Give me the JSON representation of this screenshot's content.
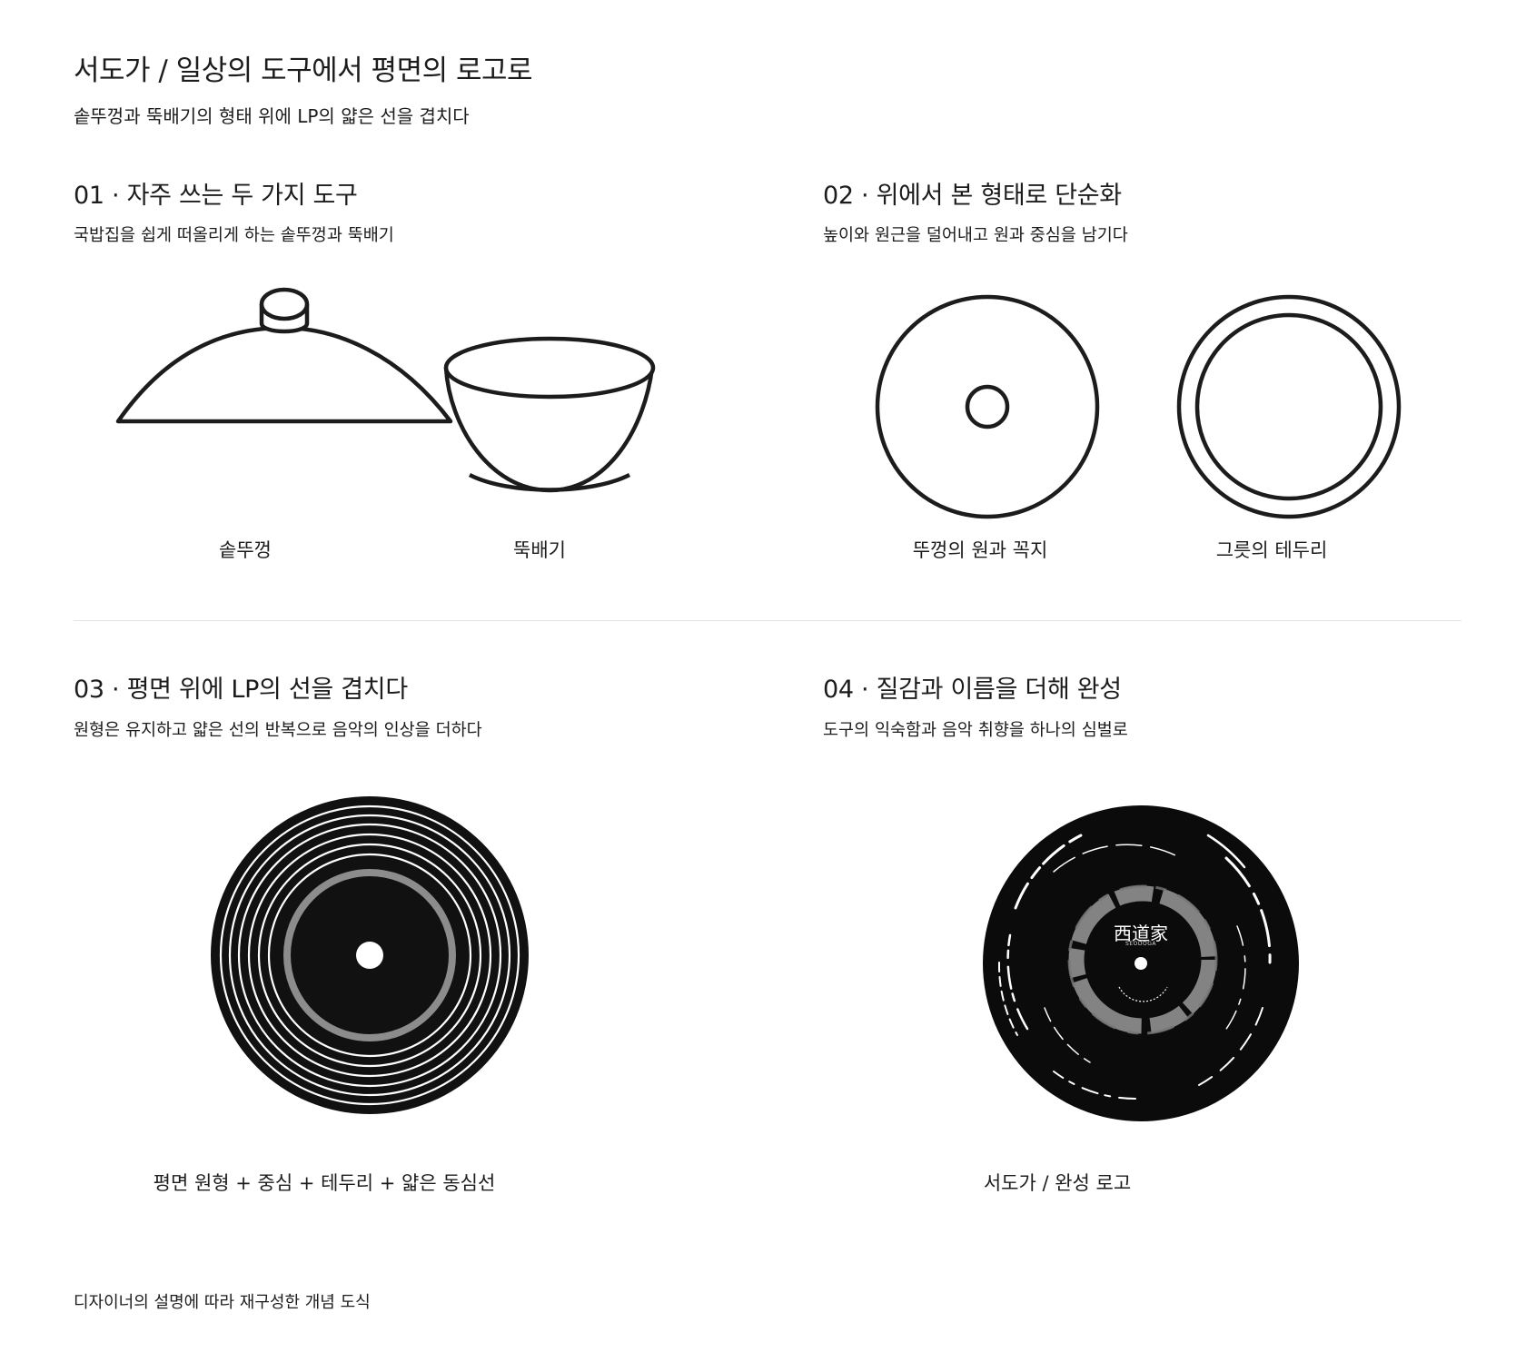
{
  "page": {
    "title": "서도가 / 일상의 도구에서 평면의 로고로",
    "subtitle": "솥뚜껑과 뚝배기의 형태 위에 LP의 얇은 선을 겹치다",
    "footnote": "디자이너의 설명에 따라 재구성한 개념 도식"
  },
  "sections": [
    {
      "title": "01 · 자주 쓰는 두 가지 도구",
      "subtitle": "국밥집을 쉽게 떠올리게 하는 솥뚜껑과 뚝배기",
      "labels": [
        "솥뚜껑",
        "뚝배기"
      ]
    },
    {
      "title": "02 · 위에서 본 형태로 단순화",
      "subtitle": "높이와 원근을 덜어내고 원과 중심을 남기다",
      "labels": [
        "뚜껑의 원과 꼭지",
        "그릇의 테두리"
      ]
    },
    {
      "title": "03 · 평면 위에 LP의 선을 겹치다",
      "subtitle": "원형은 유지하고 얇은 선의 반복으로 음악의 인상을 더하다",
      "labels": [
        "평면 원형 + 중심 + 테두리 + 얇은 동심선"
      ]
    },
    {
      "title": "04 · 질감과 이름을 더해 완성",
      "subtitle": "도구의 익숙함과 음악 취향을 하나의 심벌로",
      "labels": [
        "서도가 / 완성 로고"
      ],
      "logo": {
        "hanja": "西道家",
        "romanized": "SEODOGA"
      }
    }
  ],
  "colors": {
    "ink": "#1c1c1c",
    "record": "#111111",
    "grey_ring": "#8c8c8c",
    "divider": "#e3e3e3"
  }
}
